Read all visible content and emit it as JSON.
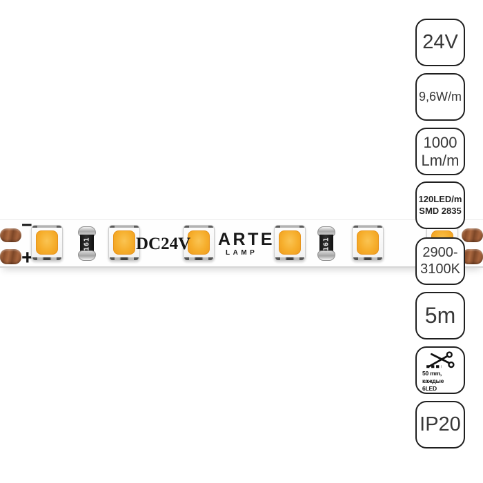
{
  "strip": {
    "polarity_minus": "−",
    "polarity_plus": "+",
    "printed_voltage": "DC24V",
    "brand": {
      "name": "ARTE",
      "sub": "LAMP"
    },
    "resistor_code": "161",
    "colors": {
      "led_amber": "#F6AE2C",
      "copper_pad": "#A4613A",
      "pcb": "#FFFFFF"
    }
  },
  "badges": [
    {
      "id": "voltage",
      "lines": [
        "24V"
      ]
    },
    {
      "id": "power-per-meter",
      "lines": [
        "9,6W/m"
      ]
    },
    {
      "id": "luminous-flux",
      "lines": [
        "1000",
        "Lm/m"
      ]
    },
    {
      "id": "led-density",
      "lines": [
        "120LED/m",
        "SMD 2835"
      ]
    },
    {
      "id": "color-temperature",
      "lines": [
        "2900-",
        "3100K"
      ]
    },
    {
      "id": "length",
      "lines": [
        "5m"
      ]
    },
    {
      "id": "cut-step",
      "icon": "scissors-icon",
      "lines": [
        "50 mm, каждые",
        "6LED"
      ]
    },
    {
      "id": "ip-rating",
      "lines": [
        "IP20"
      ]
    }
  ]
}
